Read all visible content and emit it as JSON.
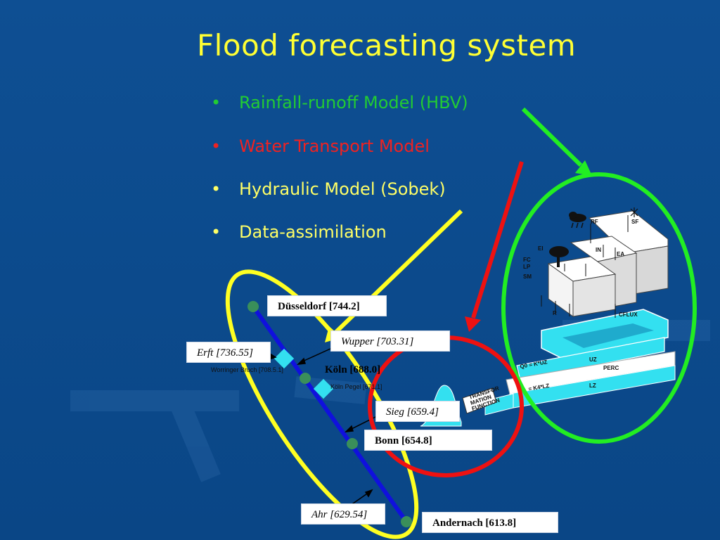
{
  "slide": {
    "title": "Flood forecasting system",
    "bullets": [
      {
        "text": "Rainfall-runoff Model (HBV)",
        "color": "#22cc33"
      },
      {
        "text": "Water Transport Model",
        "color": "#ee2222"
      },
      {
        "text": "Hydraulic Model (Sobek)",
        "color": "#ffff66"
      },
      {
        "text": "Data-assimilation",
        "color": "#ffff66"
      }
    ],
    "bullet_glyph": "•"
  },
  "stations": {
    "duesseldorf": "Düsseldorf [744.2]",
    "wupper": "Wupper [703.31]",
    "erft": "Erft [736.55]",
    "worringer": "Worringer Bruch [708.5.1]",
    "koeln": "Köln [688.0]",
    "koeln_sub": "Köln Pegel [671.1]",
    "sieg": "Sieg [659.4]",
    "bonn": "Bonn [654.8]",
    "ahr": "Ahr [629.54]",
    "andernach": "Andernach [613.8]"
  },
  "hbv": {
    "rf": "RF",
    "sf": "SF",
    "in": "IN",
    "ea": "EA",
    "ei": "EI",
    "fc": "FC",
    "lp": "LP",
    "sm": "SM",
    "r": "R",
    "cflux": "CFLUX",
    "q0": "Q0 = K*UZ",
    "uz": "UZ",
    "perc": "PERC",
    "lz": "LZ",
    "q1": "= K4*LZ",
    "transform": [
      "TRANSFOR",
      "MATION",
      "FUNCTION"
    ]
  },
  "colors": {
    "background": "#0e4f93",
    "title": "#ffff33",
    "river": "#1010dd",
    "ellipse_yellow": "#ffff22",
    "ellipse_green": "#22ee22",
    "ellipse_red": "#ee1111",
    "station_dot": "#3a8f5a",
    "hbv_water": "#33e0f0"
  },
  "icons": [
    "rain-cloud-icon",
    "tree-icon",
    "snow-icon"
  ]
}
